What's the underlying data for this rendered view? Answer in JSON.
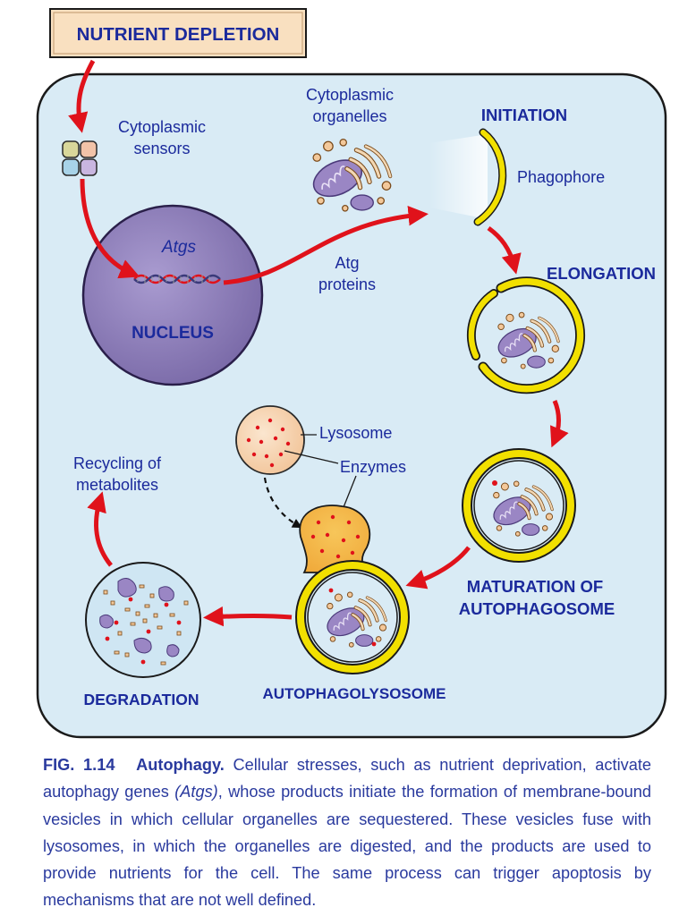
{
  "labels": {
    "nutrient_depletion": "NUTRIENT DEPLETION",
    "cytoplasmic_sensors_1": "Cytoplasmic",
    "cytoplasmic_sensors_2": "sensors",
    "atgs": "Atgs",
    "nucleus": "NUCLEUS",
    "cyto_organelles_1": "Cytoplasmic",
    "cyto_organelles_2": "organelles",
    "atg_proteins_1": "Atg",
    "atg_proteins_2": "proteins",
    "initiation": "INITIATION",
    "phagophore": "Phagophore",
    "elongation": "ELONGATION",
    "maturation_1": "MATURATION OF",
    "maturation_2": "AUTOPHAGOSOME",
    "lysosome": "Lysosome",
    "enzymes": "Enzymes",
    "recycling_1": "Recycling of",
    "recycling_2": "metabolites",
    "degradation": "DEGRADATION",
    "autophagolysosome": "AUTOPHAGOLYSOSOME"
  },
  "caption": {
    "fig_number": "FIG. 1.14",
    "title": "Autophagy.",
    "text_before": "Cellular stresses, such as nutrient deprivation, activate autophagy genes",
    "italic": "(Atgs)",
    "text_after": ", whose products initiate the formation of membrane-bound vesicles in which cellular organelles are sequestered. These vesicles fuse with lysosomes, in which the organelles are digested, and the products are used to provide nutrients for the cell. The same process can trigger apoptosis by mechanisms that are not well defined."
  },
  "colors": {
    "panel_fill": "#d9ebf5",
    "arrow_red": "#e0121b",
    "label_blue": "#1b2a9c",
    "nucleus_purple": "#8c7fb8",
    "membrane_yellow": "#f2e000",
    "top_box": "#f9e0c0"
  }
}
